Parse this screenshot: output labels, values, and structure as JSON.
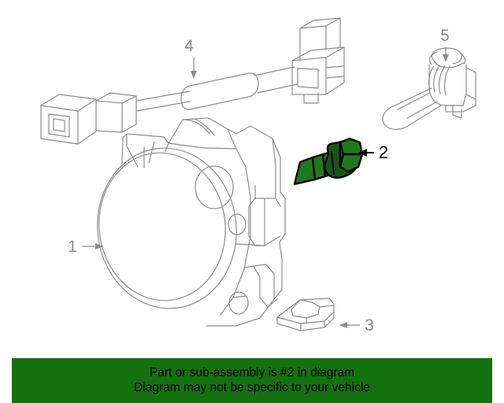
{
  "diagram": {
    "title": "Fog lamp assembly exploded parts diagram",
    "background_color": "#ffffff",
    "line_color": "#8c8c8c",
    "highlight_fill": "#1f7a1f",
    "highlight_fill_dark": "#14561a",
    "highlight_outline": "#000000",
    "callouts": [
      {
        "id": "callout-1",
        "label": "1",
        "part_name": "fog-lamp-assembly",
        "arrow_direction": "right",
        "highlighted": false
      },
      {
        "id": "callout-2",
        "label": "2",
        "part_name": "flange-bolt",
        "arrow_direction": "left",
        "highlighted": true
      },
      {
        "id": "callout-3",
        "label": "3",
        "part_name": "retainer-clip",
        "arrow_direction": "left",
        "highlighted": false
      },
      {
        "id": "callout-4",
        "label": "4",
        "part_name": "wiring-harness",
        "arrow_direction": "down",
        "highlighted": false
      },
      {
        "id": "callout-5",
        "label": "5",
        "part_name": "bulb-socket",
        "arrow_direction": "down",
        "highlighted": false
      }
    ]
  },
  "notice": {
    "background_color": "#157010",
    "text_color": "#000000",
    "line1": "Part or sub-assembly is #2 in diagram",
    "line2": "Diagram may not be specific to your vehicle"
  }
}
